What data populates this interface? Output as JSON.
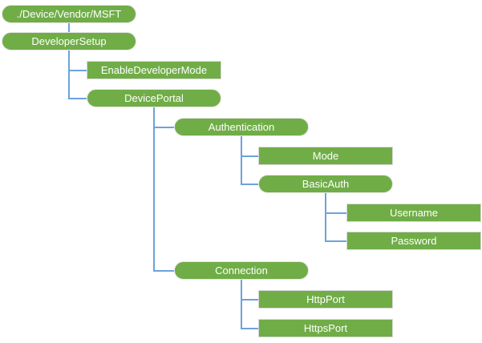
{
  "colors": {
    "node_fill": "#70ad47",
    "node_text": "#ffffff",
    "connector": "#6da2dc",
    "rect_border": "#d9d9d9",
    "rounded_border": "#e7e6e6",
    "background": "#ffffff"
  },
  "nodes": [
    {
      "id": "root",
      "label": "./Device/Vendor/MSFT",
      "shape": "rounded",
      "col": 0,
      "row": 0
    },
    {
      "id": "developer-setup",
      "label": "DeveloperSetup",
      "shape": "rounded",
      "col": 0,
      "row": 1
    },
    {
      "id": "enable-developer-mode",
      "label": "EnableDeveloperMode",
      "shape": "rect",
      "col": 1,
      "row": 2
    },
    {
      "id": "device-portal",
      "label": "DevicePortal",
      "shape": "rounded",
      "col": 1,
      "row": 3
    },
    {
      "id": "authentication",
      "label": "Authentication",
      "shape": "rounded",
      "col": 2,
      "row": 4
    },
    {
      "id": "mode",
      "label": "Mode",
      "shape": "rect",
      "col": 3,
      "row": 5
    },
    {
      "id": "basic-auth",
      "label": "BasicAuth",
      "shape": "rounded",
      "col": 3,
      "row": 6
    },
    {
      "id": "username",
      "label": "Username",
      "shape": "rect",
      "col": 4,
      "row": 7
    },
    {
      "id": "password",
      "label": "Password",
      "shape": "rect",
      "col": 4,
      "row": 8
    },
    {
      "id": "connection",
      "label": "Connection",
      "shape": "rounded",
      "col": 2,
      "row": 9
    },
    {
      "id": "http-port",
      "label": "HttpPort",
      "shape": "rect",
      "col": 3,
      "row": 10
    },
    {
      "id": "https-port",
      "label": "HttpsPort",
      "shape": "rect",
      "col": 3,
      "row": 11
    }
  ],
  "edges": [
    {
      "parent": "root",
      "children": [
        "developer-setup"
      ]
    },
    {
      "parent": "developer-setup",
      "children": [
        "enable-developer-mode",
        "device-portal"
      ]
    },
    {
      "parent": "device-portal",
      "children": [
        "authentication",
        "connection"
      ]
    },
    {
      "parent": "authentication",
      "children": [
        "mode",
        "basic-auth"
      ]
    },
    {
      "parent": "basic-auth",
      "children": [
        "username",
        "password"
      ]
    },
    {
      "parent": "connection",
      "children": [
        "http-port",
        "https-port"
      ]
    }
  ]
}
